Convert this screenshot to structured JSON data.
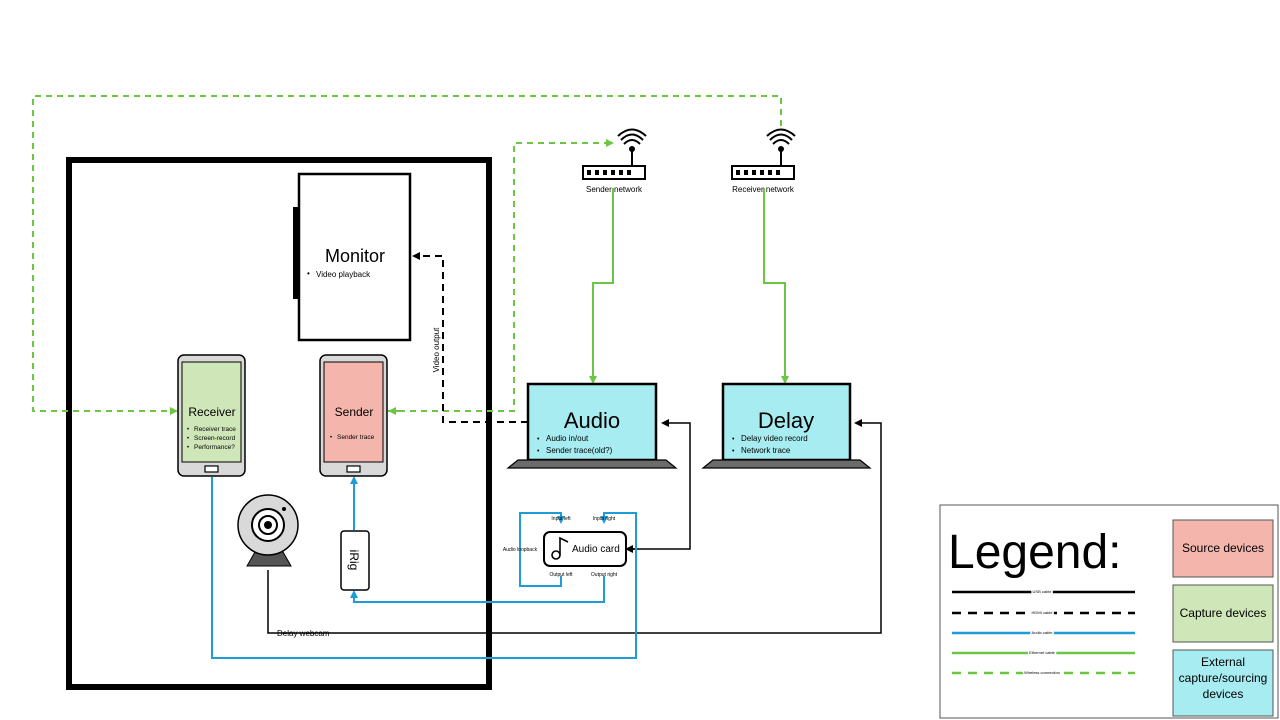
{
  "colors": {
    "usb": "#000000",
    "hdmi": "#000000",
    "audio": "#1e9cd7",
    "ethernet": "#6cc644",
    "wireless": "#6cc644",
    "source_fill": "#f4b6ac",
    "capture_fill": "#cfe6b9",
    "external_fill": "#a6ecf1"
  },
  "room": {
    "monitor": {
      "title": "Monitor",
      "bullets": [
        "Video playback"
      ]
    },
    "receiver_phone": {
      "title": "Receiver",
      "bullets": [
        "Receiver trace",
        "Screen-record",
        "Performance?"
      ]
    },
    "sender_phone": {
      "title": "Sender",
      "bullets": [
        "Sender trace"
      ]
    },
    "webcam_label": "Delay webcam",
    "irig_label": "iRig",
    "video_output_label": "Video output"
  },
  "networks": {
    "sender": "Sender network",
    "receiver": "Receiver network"
  },
  "laptops": {
    "audio": {
      "title": "Audio",
      "bullets": [
        "Audio in/out",
        "Sender trace(old?)"
      ]
    },
    "delay": {
      "title": "Delay",
      "bullets": [
        "Delay video record",
        "Network trace"
      ]
    }
  },
  "audio_card": {
    "label": "Audio card",
    "input_left": "Input left",
    "input_right": "Input right",
    "output_left": "Output left",
    "output_right": "Output right",
    "loopback": "Audio loopback"
  },
  "legend": {
    "title": "Legend:",
    "lines": {
      "usb": "USB cable",
      "hdmi": "HDMI cable",
      "audio": "Audio cable",
      "ethernet": "Ethernet cable",
      "wireless": "Wireless connection"
    },
    "boxes": {
      "source": "Source devices",
      "capture": "Capture devices",
      "external": "External capture/sourcing devices"
    }
  }
}
